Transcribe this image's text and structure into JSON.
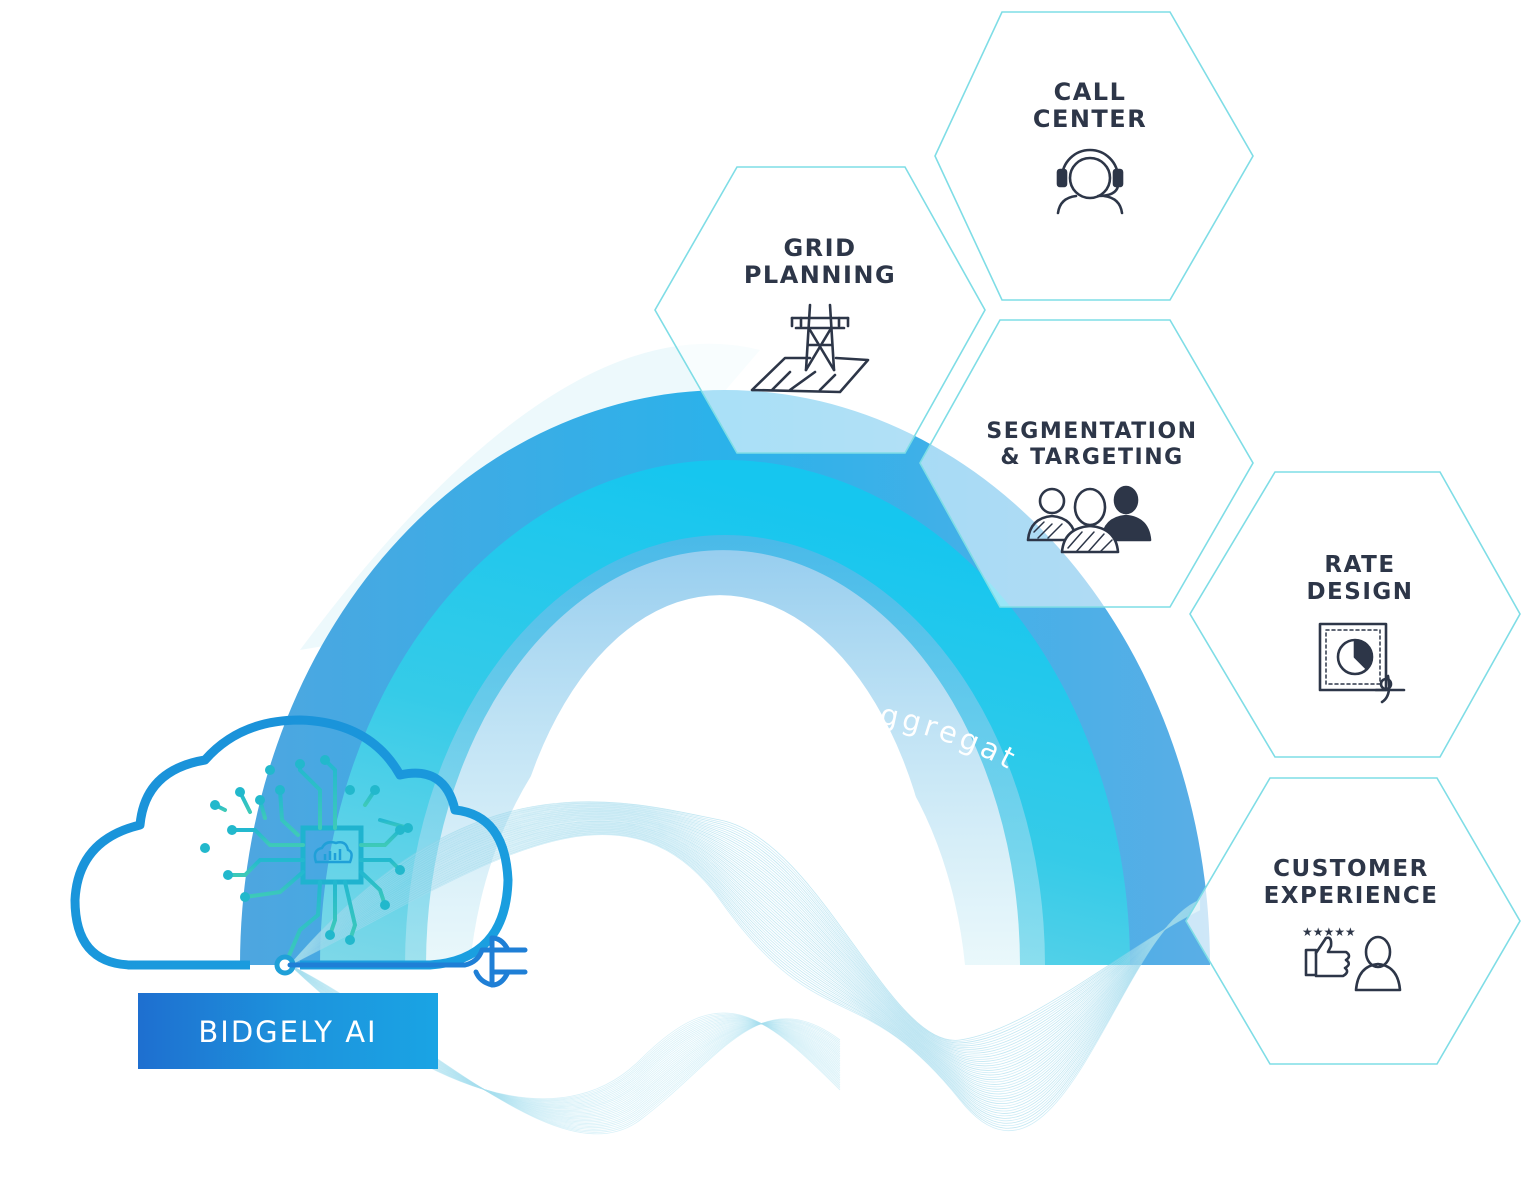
{
  "arc": {
    "label": "Appliance Disaggregation",
    "color_outer": "#5fb3e6",
    "color_inner": "#1fc8ec"
  },
  "core": {
    "badge_label": "BIDGELY AI",
    "icon": "cloud-circuit-icon",
    "plug_icon": "power-plug-icon"
  },
  "hexagons": [
    {
      "id": "call-center",
      "lines": [
        "CALL",
        "CENTER"
      ],
      "icon": "headset-agent-icon"
    },
    {
      "id": "grid-planning",
      "lines": [
        "GRID",
        "PLANNING"
      ],
      "icon": "transmission-tower-icon"
    },
    {
      "id": "segmentation",
      "lines": [
        "SEGMENTATION",
        "& TARGETING"
      ],
      "icon": "people-group-icon"
    },
    {
      "id": "rate-design",
      "lines": [
        "RATE",
        "DESIGN"
      ],
      "icon": "rate-dial-icon"
    },
    {
      "id": "customer-experience",
      "lines": [
        "CUSTOMER",
        "EXPERIENCE"
      ],
      "icon": "thumbs-up-person-icon"
    }
  ],
  "colors": {
    "hex_border": "#7fdde6",
    "text_dark": "#2d3648",
    "badge_left": "#1e6fd0",
    "badge_right": "#1aa4e4"
  }
}
